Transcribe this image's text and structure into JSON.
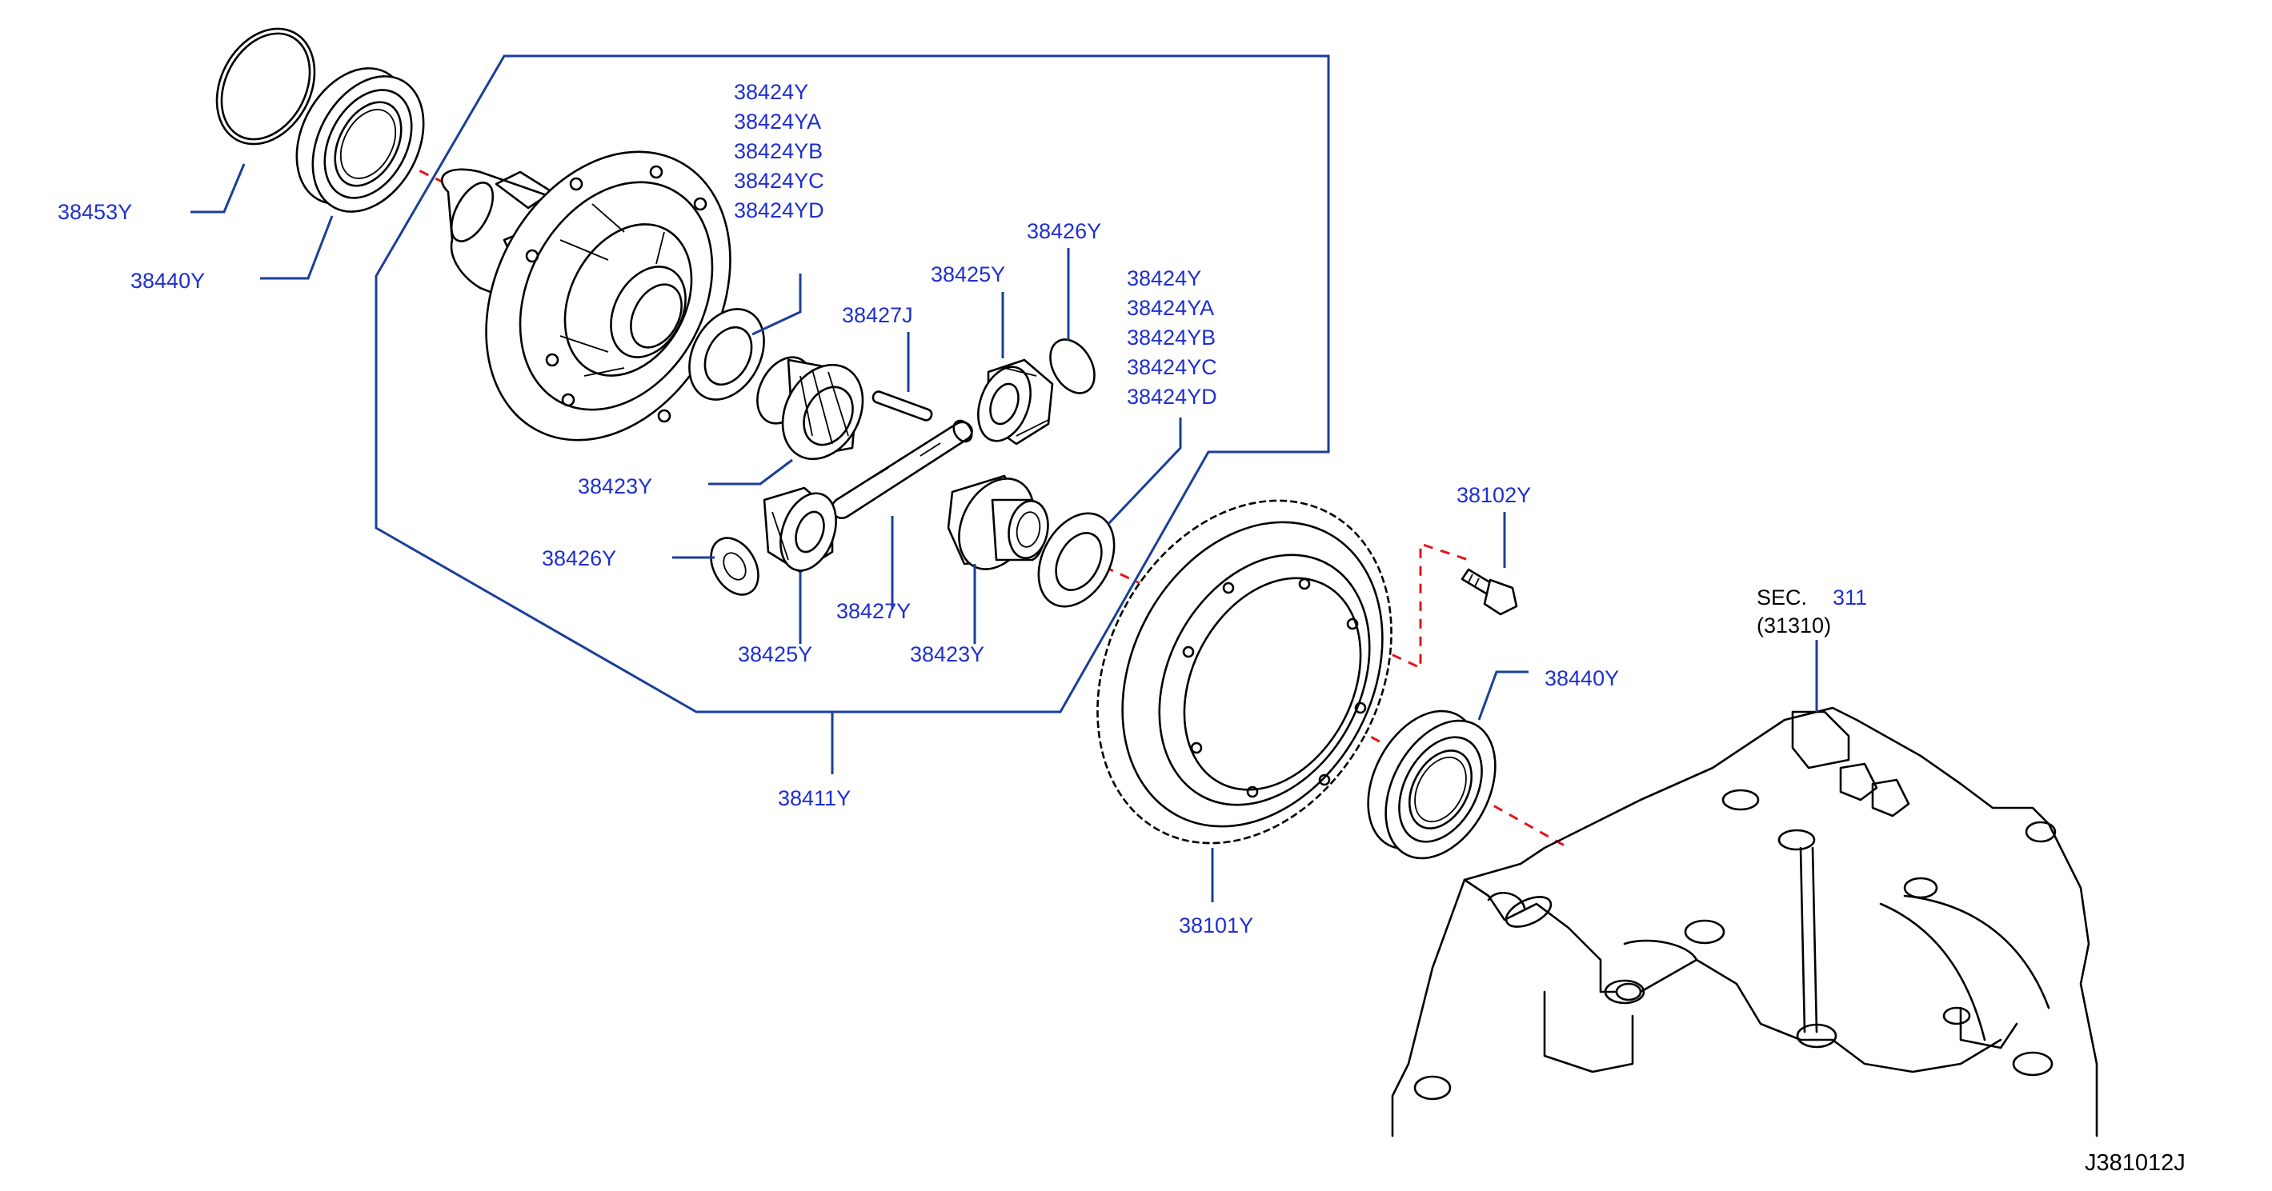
{
  "colors": {
    "callout_text": "#1f2fd0",
    "leader_line": "#1a3f99",
    "centerline": "#e3141b",
    "drawing": "#000000"
  },
  "labels": {
    "p38453Y": "38453Y",
    "p38440Y_left": "38440Y",
    "p38424_group_top": [
      "38424Y",
      "38424YA",
      "38424YB",
      "38424YC",
      "38424YD"
    ],
    "p38427J": "38427J",
    "p38425Y_top": "38425Y",
    "p38426Y_top": "38426Y",
    "p38424_group_right": [
      "38424Y",
      "38424YA",
      "38424YB",
      "38424YC",
      "38424YD"
    ],
    "p38423Y_left": "38423Y",
    "p38426Y_left": "38426Y",
    "p38427Y": "38427Y",
    "p38425Y_bottom": "38425Y",
    "p38423Y_bottom": "38423Y",
    "p38411Y": "38411Y",
    "p38102Y": "38102Y",
    "p38440Y_right": "38440Y",
    "p38101Y": "38101Y",
    "sec_prefix": "SEC.",
    "sec_number": "311",
    "sec_sub": "(31310)",
    "figure_code": "J381012J"
  }
}
